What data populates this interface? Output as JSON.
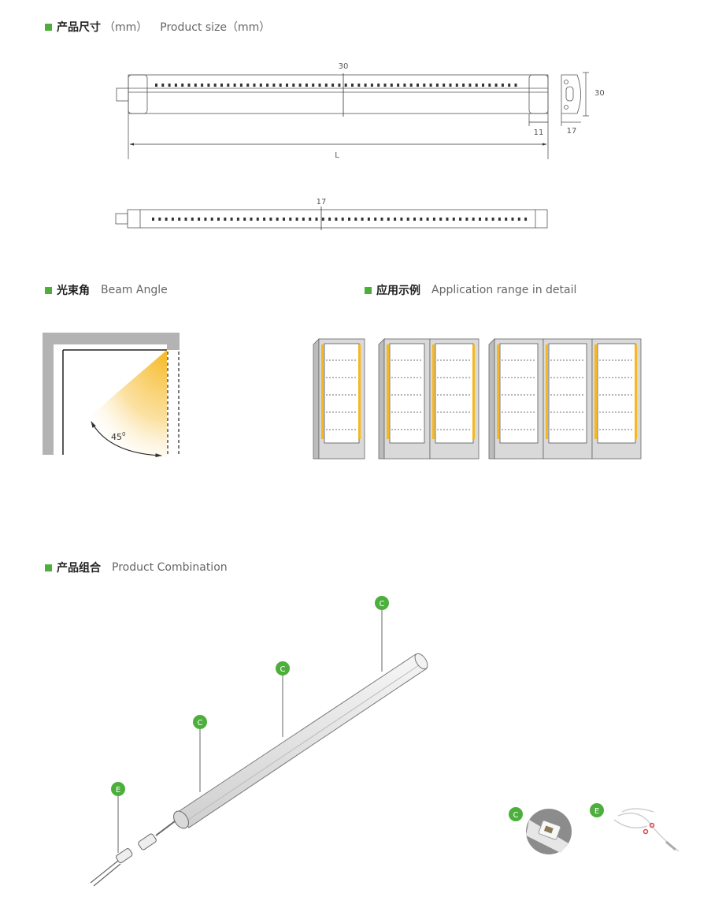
{
  "sections": {
    "size": {
      "cn": "产品尺寸",
      "unit": "（mm）",
      "en": "Product size（mm）"
    },
    "beam": {
      "cn": "光束角",
      "en": "Beam Angle"
    },
    "application": {
      "cn": "应用示例",
      "en": "Application range in detail"
    },
    "combination": {
      "cn": "产品组合",
      "en": "Product Combination"
    }
  },
  "dimensions": {
    "height_top": "30",
    "height_side": "30",
    "end_width": "11",
    "side_width": "17",
    "length_label": "L",
    "height_bottom": "17"
  },
  "beam_angle": {
    "label": "45",
    "sup": "0",
    "light_color": "#f5b820"
  },
  "combination": {
    "badges": [
      "C",
      "C",
      "C",
      "E"
    ],
    "inset_badges": [
      "C",
      "E"
    ],
    "badge_color": "#4caf3c"
  }
}
